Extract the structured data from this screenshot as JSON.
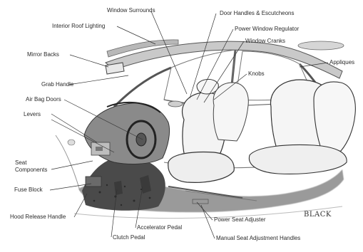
{
  "labels": {
    "window_surrounds": "Window Surrounds",
    "door_handles_escutcheons": "Door Handles & Escutcheons",
    "interior_roof_lighting": "Interior Roof Lighting",
    "power_window_regulator": "Power Window Regulator",
    "window_cranks": "Window Cranks",
    "mirror_backs": "Mirror Backs",
    "appliques": "Appliques",
    "knobs": "Knobs",
    "grab_handle": "Grab Handle",
    "air_bag_doors": "Air Bag Doors",
    "levers": "Levers",
    "seat_components_line1": "Seat",
    "seat_components_line2": "Components",
    "fuse_block": "Fuse Block",
    "hood_release_handle": "Hood Release Handle",
    "accelerator_pedal": "Accelerator Pedal",
    "clutch_pedal": "Clutch Pedal",
    "power_seat_adjuster": "Power Seat Adjuster",
    "manual_seat_adjustment_handles": "Manual Seat Adjustment Handles"
  },
  "signature": "BLACK"
}
